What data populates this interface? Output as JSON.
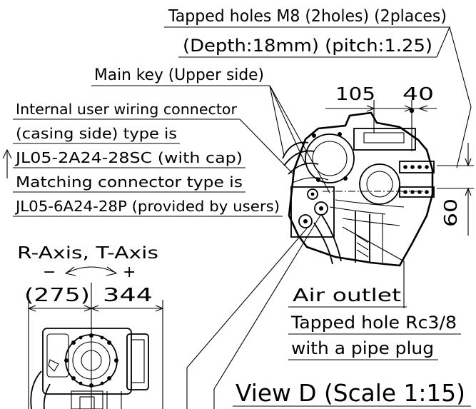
{
  "callouts": {
    "tapped_holes_m8": "Tapped holes M8 (2holes) (2places)",
    "tapped_holes_depth": "(Depth:18mm) (pitch:1.25)",
    "main_key": "Main key (Upper side)",
    "internal_connector_line1": "Internal user wiring connector",
    "internal_connector_line2": "(casing side) type is",
    "internal_connector_line3": "JL05-2A24-28SC (with cap)",
    "matching_connector_line1": "Matching connector type is",
    "matching_connector_line2": "JL05-6A24-28P (provided by users)",
    "axis_label": "R-Axis, T-Axis",
    "minus_sign": "−",
    "plus_sign": "+",
    "air_outlet": "Air outlet",
    "tapped_hole_rc": "Tapped hole Rc3/8",
    "pipe_plug": "with a pipe plug",
    "view_title": "View D (Scale 1:15)"
  },
  "dimensions": {
    "dim_105": "105",
    "dim_40": "40",
    "dim_60": "60",
    "dim_275": "(275)",
    "dim_344": "344"
  }
}
